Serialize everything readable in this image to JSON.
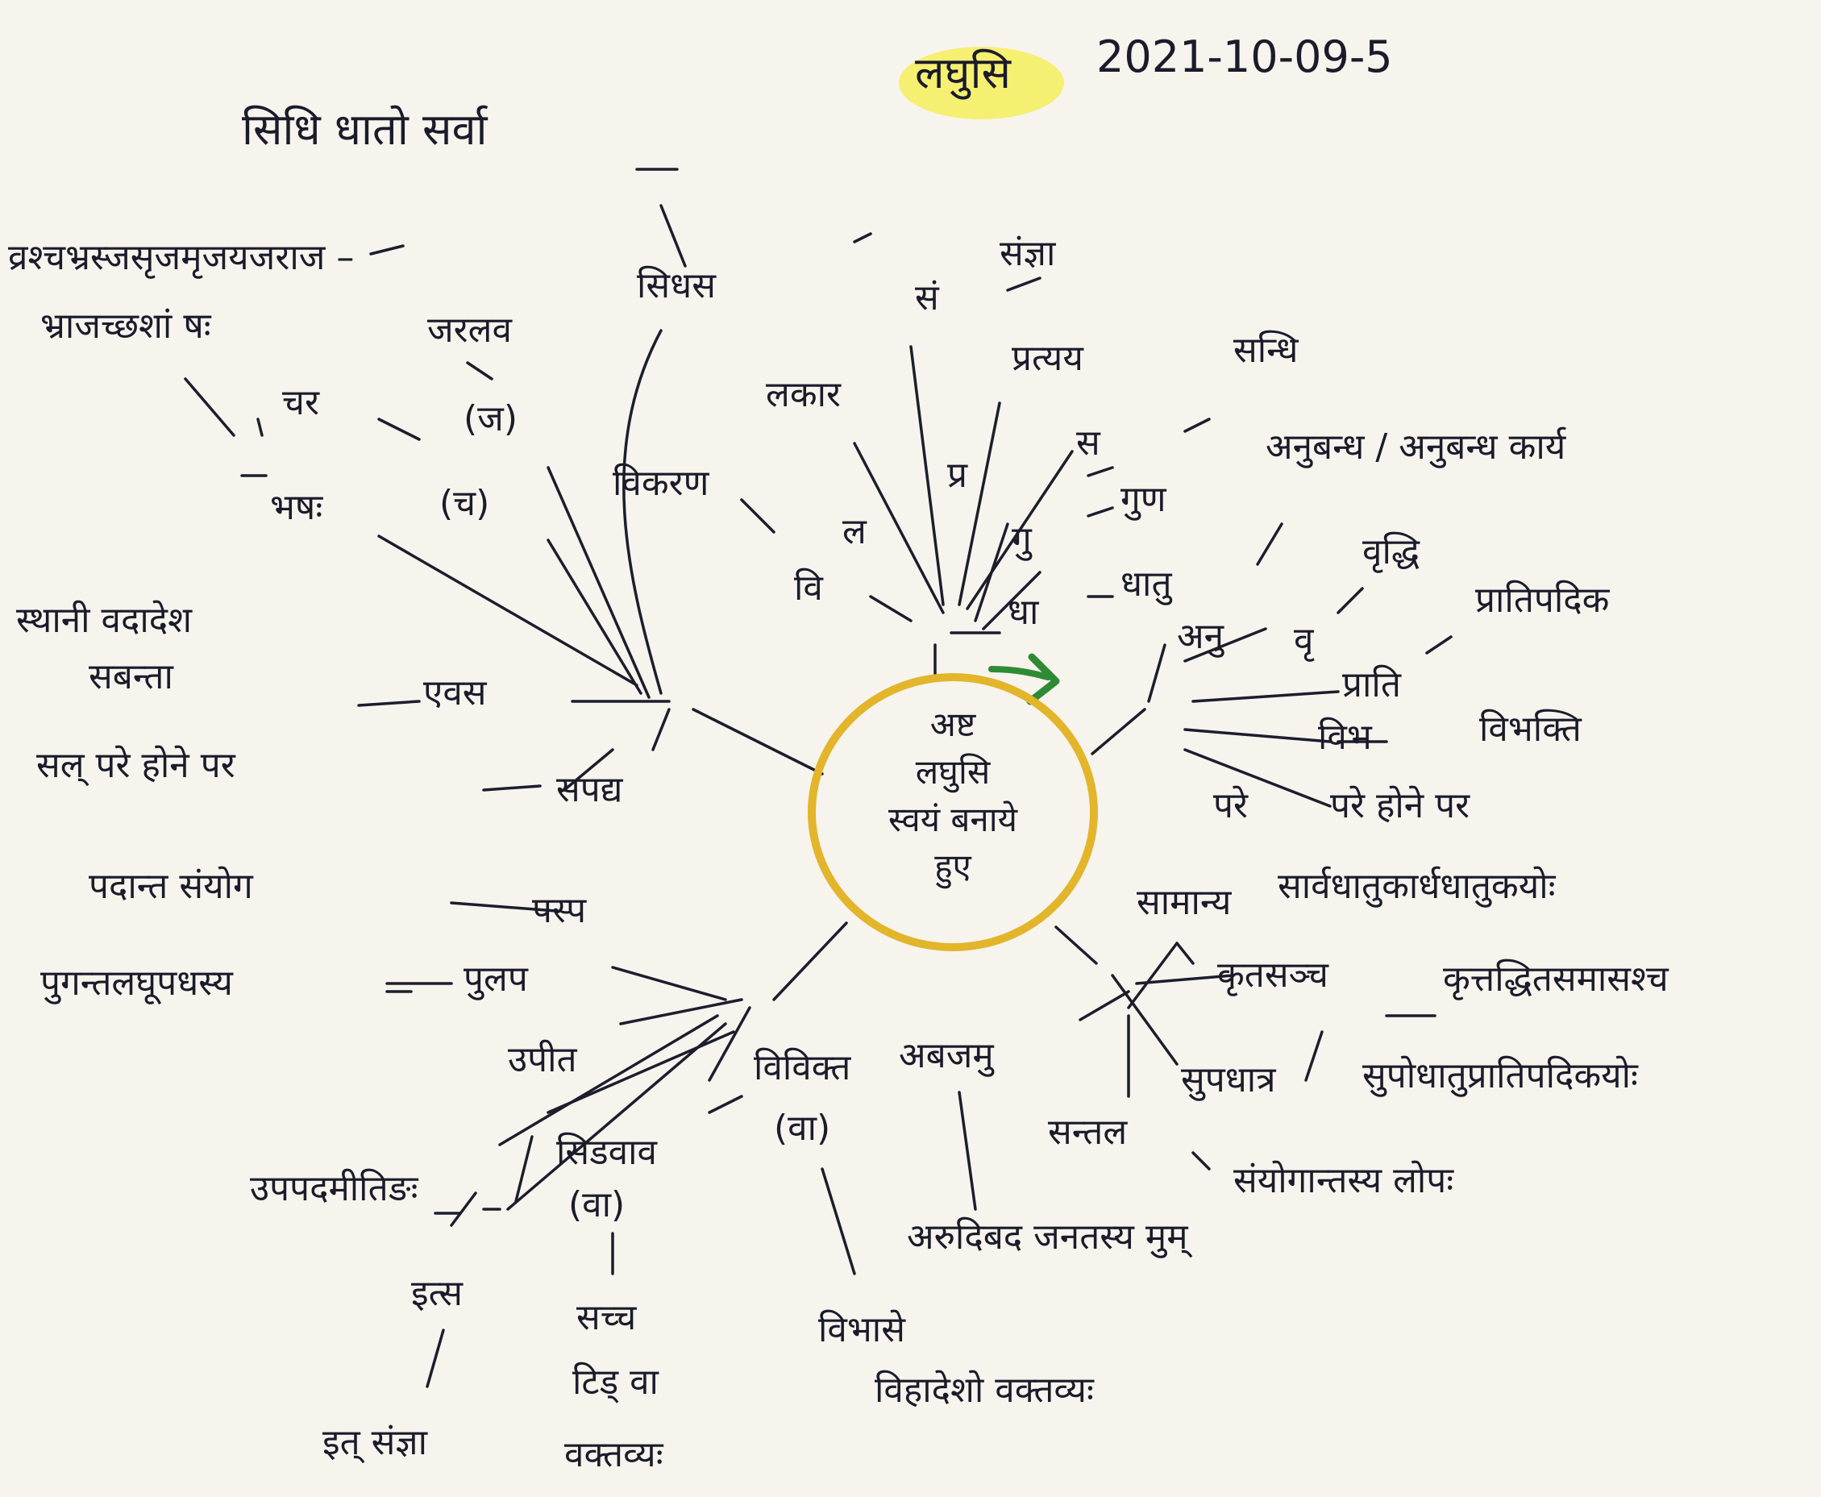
{
  "header": {
    "title": "लघुसि",
    "date": "2021-10-09-5"
  },
  "center": {
    "lines": [
      "अष्ट",
      "लघुसि",
      "स्वयं बनाये",
      "हुए"
    ]
  },
  "nodes": {
    "sidhas": "सिधस",
    "sidhas_up": "सिधि धातो सर्वा",
    "samjna_s": "सं",
    "samjna": "संज्ञा",
    "lakar": "लकार",
    "la": "ल",
    "pratyay_p": "प्र",
    "pratyay": "प्रत्यय",
    "sa": "स",
    "sandhi": "सन्धि",
    "gu": "गु",
    "guna": "गुण",
    "dha": "धा",
    "dhatu": "धातु",
    "vikaran": "विकरण",
    "vi": "वि",
    "anubandh": "अनुबन्ध / अनुबन्ध कार्य",
    "anu": "अनु",
    "vri": "वृ",
    "vriddhi": "वृद्धि",
    "prati": "प्राति",
    "pratipadik": "प्रातिपदिक",
    "vibha": "विभ",
    "vibhakti": "विभक्ति",
    "pare1": "परे",
    "pare_hone1": "परे होने पर",
    "samanya": "सामान्य",
    "samanya_def": "सार्वधातुकार्धधातुकयोः",
    "kritsa": "कृतसञ्च",
    "kritsa_def": "कृत्तद्धितसमासश्च",
    "supdha": "सुपधात्र",
    "supdha_def": "सुपोधातुप्रातिपदिकयोः",
    "santal": "सन्तल",
    "santal_def": "संयोगान्तस्य लोपः",
    "abjmu": "अबजमु",
    "abjmu_def": "अरुदिबद जनतस्य मुम्",
    "vivikt": "विविक्त",
    "vivikt_va": "(वा)",
    "vibha_se": "विभासे",
    "vibha_se_def": "विहादेशो वक्तव्यः",
    "sidvav": "सिडवाव",
    "sidvav_va": "(वा)",
    "sach": "सच्च",
    "tid_va": "टिड् वा",
    "vaktavya": "वक्तव्यः",
    "upit": "उपीत",
    "upadamit": "उपपदमीतिङः",
    "itsa": "इत्स",
    "itsamjna": "इत् संज्ञा",
    "pspy": "पस्प",
    "padant": "पदान्त संयोग",
    "pulp": "पुलप",
    "pugant": "पुगन्तलघूपधस्य",
    "sapdy": "सपद्य",
    "sale_pare": "सल् परे होने पर",
    "evas": "एवस",
    "sthanivad": "स्थानी वदादेश",
    "sabanta": "सबन्ता",
    "jarlava": "जरलव",
    "ja_paren": "(ज)",
    "char": "चर",
    "cha_paren": "(च)",
    "bhash": "भषः",
    "sutra_long": "व्रश्चभ्रस्जसृजमृजयजराज –",
    "sutra_long2": "भ्राजच्छशां षः"
  }
}
